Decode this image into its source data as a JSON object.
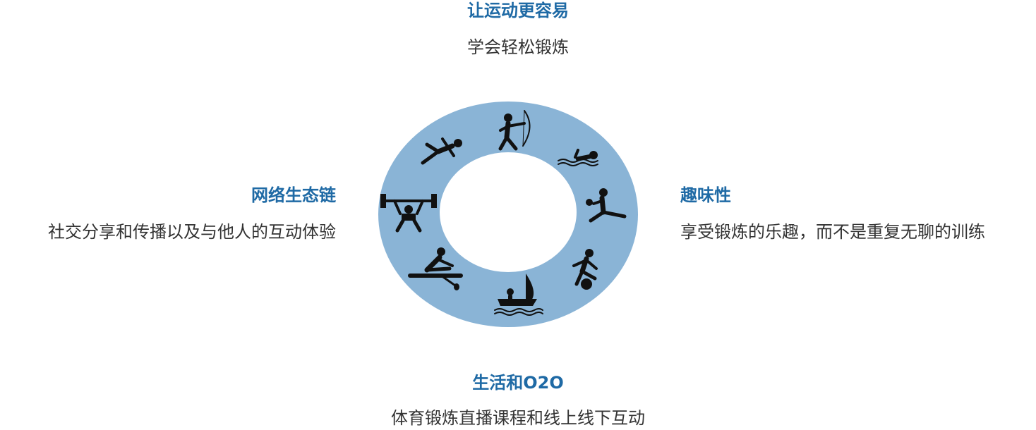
{
  "top": {
    "title": "让运动更容易",
    "desc": "学会轻松锻炼"
  },
  "left": {
    "title": "网络生态链",
    "desc": "社交分享和传播以及与他人的互动体验"
  },
  "right": {
    "title": "趣味性",
    "desc": "享受锻炼的乐趣，而不是重复无聊的训练"
  },
  "bottom": {
    "title": "生活和O2O",
    "desc": "体育锻炼直播课程和线上线下互动"
  },
  "ring": {
    "color": "#8ab4d6",
    "icons": [
      "archery-icon",
      "swimming-icon",
      "volleyball-icon",
      "running-ball-icon",
      "sailing-icon",
      "rowing-icon",
      "weightlifting-icon",
      "sprinting-icon"
    ]
  },
  "colors": {
    "title": "#1f6aa5",
    "text": "#333333"
  }
}
